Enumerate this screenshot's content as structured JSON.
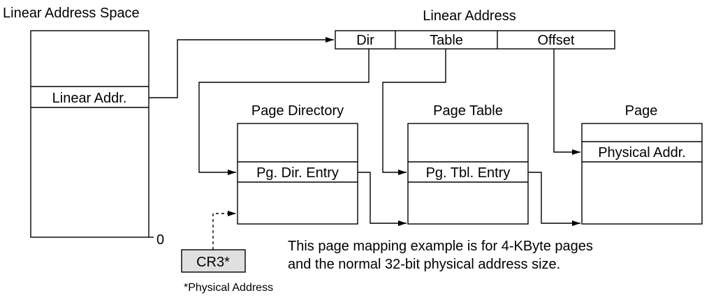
{
  "linear_address_space": {
    "title": "Linear Address Space",
    "entry": "Linear Addr.",
    "zero_label": "0"
  },
  "linear_address": {
    "title": "Linear Address",
    "fields": [
      "Dir",
      "Table",
      "Offset"
    ]
  },
  "page_directory": {
    "title": "Page Directory",
    "entry": "Pg. Dir. Entry"
  },
  "page_table": {
    "title": "Page Table",
    "entry": "Pg. Tbl. Entry"
  },
  "page": {
    "title": "Page",
    "entry": "Physical Addr."
  },
  "cr3": {
    "label": "CR3*",
    "fill_color": "#e0e0e0"
  },
  "footnote": "*Physical Address",
  "note_lines": [
    "This page mapping example is for 4-KByte pages",
    "and the normal 32-bit physical address size."
  ]
}
